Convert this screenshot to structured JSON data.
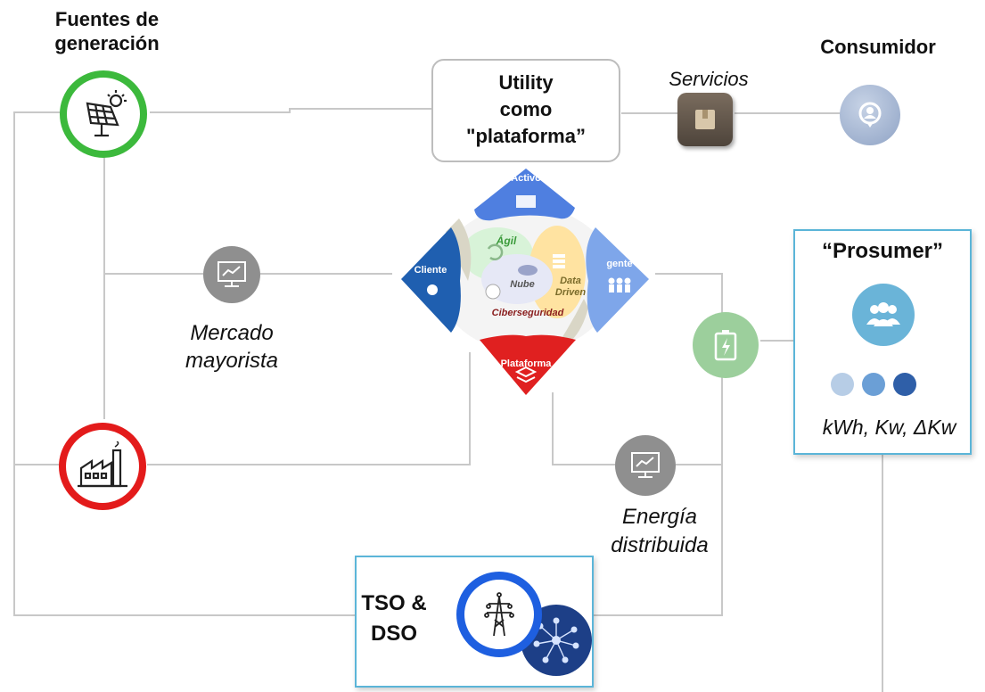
{
  "nodes": {
    "generation": {
      "title_line1": "Fuentes de",
      "title_line2": "generación"
    },
    "consumer": {
      "title": "Consumidor"
    },
    "utility": {
      "line1": "Utility",
      "line2": "como",
      "line3": "\"plataforma”"
    },
    "services": {
      "label": "Servicios"
    },
    "prosumer": {
      "title": "“Prosumer”",
      "units": "kWh, Kw, ΔKw"
    },
    "wholesale": {
      "line1": "Mercado",
      "line2": "mayorista"
    },
    "distributed": {
      "line1": "Energía",
      "line2": "distribuida"
    },
    "tso": {
      "line1": "TSO &",
      "line2": "DSO"
    }
  },
  "platform": {
    "top": "Activo",
    "left": "Cliente",
    "right": "gente",
    "bottom": "Plataforma",
    "agile": "Ágil",
    "cloud": "Nube",
    "data_line1": "Data",
    "data_line2": "Driven",
    "security": "Ciberseguridad"
  },
  "colors": {
    "generation_ring": "#3cb93c",
    "factory_ring": "#e31b1b",
    "tso_ring": "#1e5fe0",
    "box_border": "#5bb5d8",
    "connector": "#c8c8c8",
    "gray_icon": "#8f8f8f",
    "battery_icon": "#9ccf9c",
    "prosumer_icon": "#6ab4d8"
  },
  "icons": [
    "solar-panel-icon",
    "factory-icon",
    "transmission-tower-icon",
    "network-icon",
    "monitor-chart-icon",
    "battery-icon",
    "package-icon",
    "user-pin-icon",
    "users-group-icon"
  ]
}
